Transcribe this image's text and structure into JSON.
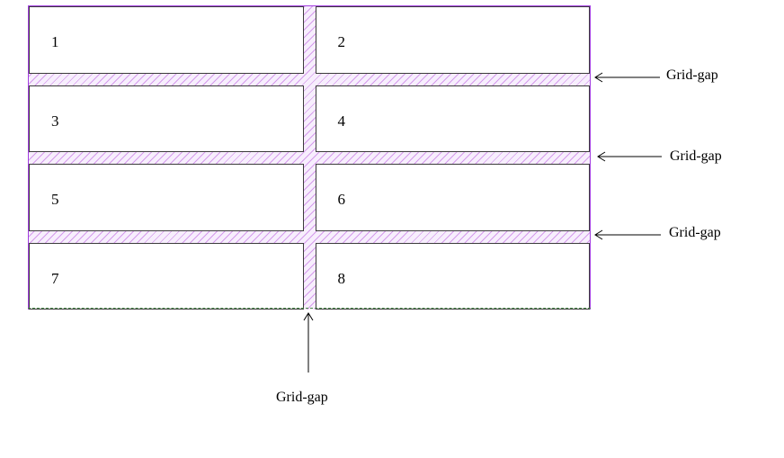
{
  "cells": [
    "1",
    "2",
    "3",
    "4",
    "5",
    "6",
    "7",
    "8"
  ],
  "annotations": {
    "row_gap_1": "Grid-gap",
    "row_gap_2": "Grid-gap",
    "row_gap_3": "Grid-gap",
    "column_gap": "Grid-gap"
  },
  "colors": {
    "container_border": "#a23ee0",
    "gap_hatch": "#cf8ce9",
    "cell_border": "#3c3c3c"
  }
}
